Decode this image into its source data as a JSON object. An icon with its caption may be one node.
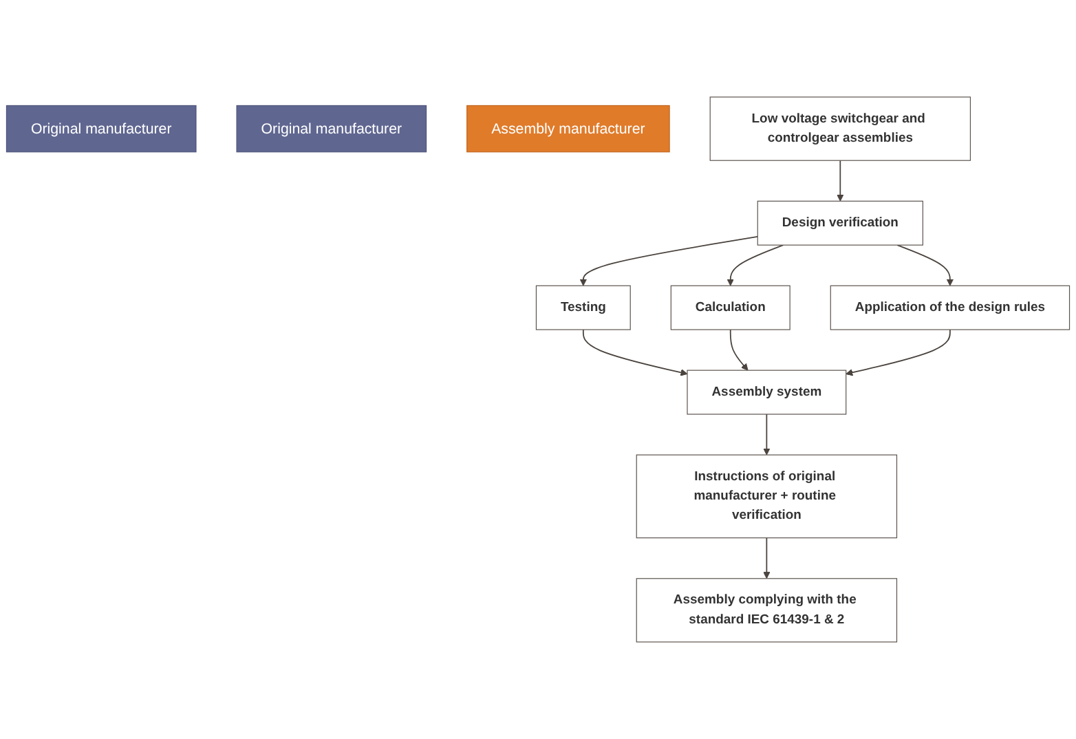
{
  "diagram": {
    "nodes": [
      {
        "text": [
          "Original manufacturer"
        ]
      },
      {
        "text": [
          "Original manufacturer"
        ]
      },
      {
        "text": [
          "Assembly manufacturer"
        ]
      },
      {
        "text": [
          "Low voltage switchgear and controlgear assemblies"
        ]
      },
      {
        "text": [
          "Design verification"
        ]
      },
      {
        "text": [
          "Testing"
        ]
      },
      {
        "text": [
          "Calculation"
        ]
      },
      {
        "text": [
          "Application of the design rules"
        ]
      },
      {
        "text": [
          "Assembly system"
        ]
      },
      {
        "text": [
          "Instructions of original manufacturer + routine verification"
        ]
      },
      {
        "text": [
          "Assembly complying with the standard IEC 61439-1 & 2"
        ]
      }
    ],
    "edges": [
      {
        "from": 3,
        "to": 4,
        "arrow": "to"
      },
      {
        "from": 4,
        "to": 5,
        "arrow": "to"
      },
      {
        "from": 4,
        "to": 6,
        "arrow": "to"
      },
      {
        "from": 4,
        "to": 7,
        "arrow": "to"
      },
      {
        "from": 5,
        "to": 8,
        "arrow": "to"
      },
      {
        "from": 6,
        "to": 8,
        "arrow": "to"
      },
      {
        "from": 7,
        "to": 8,
        "arrow": "to"
      },
      {
        "from": 8,
        "to": 9,
        "arrow": "to"
      },
      {
        "from": 9,
        "to": 10,
        "arrow": "to"
      }
    ]
  }
}
